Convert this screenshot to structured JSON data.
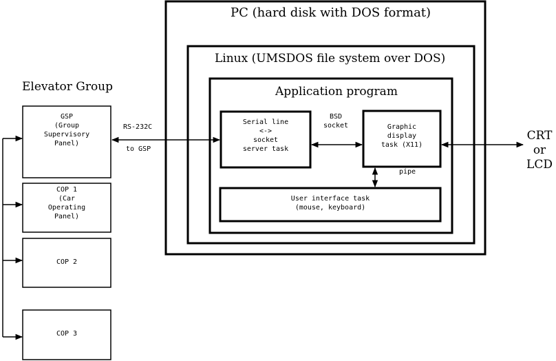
{
  "diagram": {
    "pc_title": "PC (hard disk with DOS format)",
    "linux_title": "Linux (UMSDOS file system over DOS)",
    "app_title": "Application program",
    "elevator_group": "Elevator Group",
    "gsp": [
      "GSP",
      "(Group",
      "Supervisory",
      "Panel)"
    ],
    "cop1": [
      "COP 1",
      "(Car",
      "Operating",
      "Panel)"
    ],
    "cop2": "COP 2",
    "cop3": "COP 3",
    "rs232c": "RS-232C",
    "to_gsp": "to GSP",
    "serial_task": [
      "Serial line",
      "<->",
      "socket",
      "server task"
    ],
    "bsd_socket": [
      "BSD",
      "socket"
    ],
    "graphic_task": [
      "Graphic",
      "display",
      "task (X11)"
    ],
    "pipe": "pipe",
    "ui_task": [
      "User interface task",
      "(mouse, keyboard)"
    ],
    "display": [
      "CRT",
      "or",
      "LCD"
    ]
  }
}
